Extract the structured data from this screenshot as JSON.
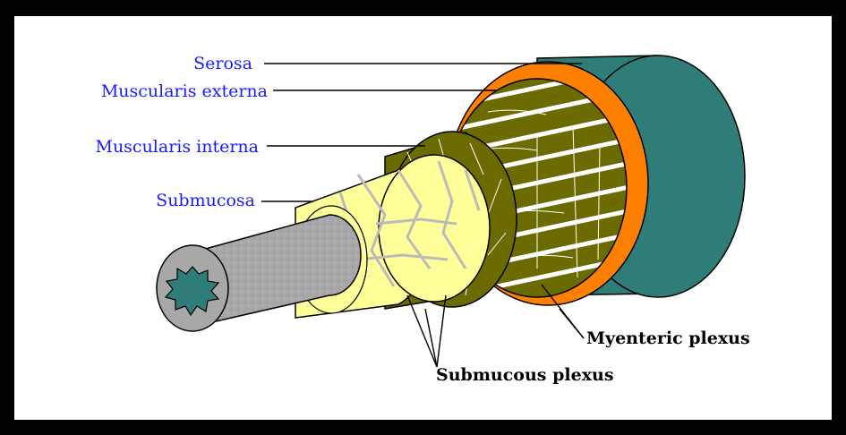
{
  "diagram": {
    "labels": {
      "serosa": "Serosa",
      "muscularis_externa": "Muscularis externa",
      "muscularis_interna": "Muscularis interna",
      "submucosa": "Submucosa",
      "myenteric_plexus": "Myenteric plexus",
      "submucous_plexus": "Submucous plexus"
    },
    "colors": {
      "frame": "#000000",
      "background": "#ffffff",
      "serosa": "#2f7d78",
      "muscularis_externa": "#ff8000",
      "muscle": "#6b6b00",
      "submucosa": "#ffff99",
      "mucosa": "#a8a8a8",
      "lumen": "#2f7d78",
      "label_text": "#1a1aff"
    }
  }
}
